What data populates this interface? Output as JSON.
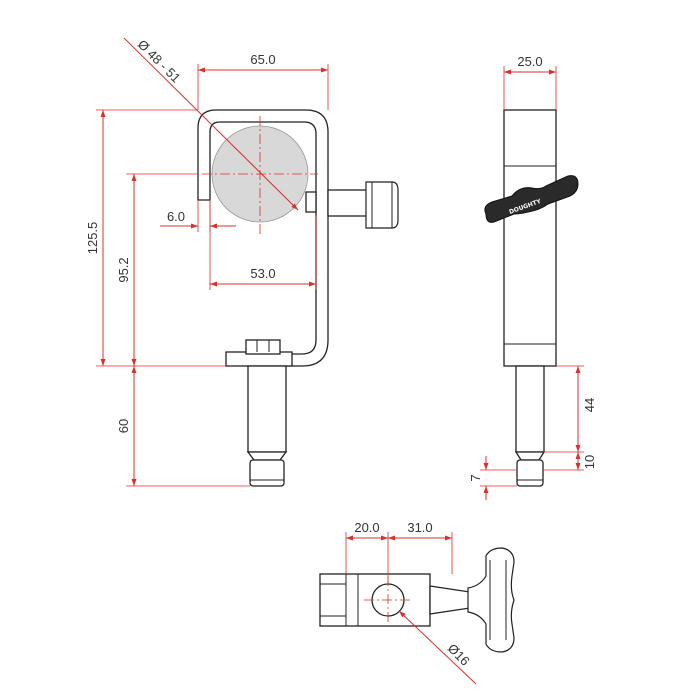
{
  "dimensions": {
    "tube_diameter": "Ø 48 - 51",
    "width_top": "65.0",
    "hook_lip": "6.0",
    "inner_width": "53.0",
    "overall_height": "125.5",
    "inner_height": "95.2",
    "spigot_length": "60",
    "side_width": "25.0",
    "side_spigot": "44",
    "side_groove": "10",
    "side_tip": "7",
    "bottom_offset_a": "20.0",
    "bottom_offset_b": "31.0",
    "bolt_diameter": "Ø16"
  },
  "labels": {
    "brand": "DOUGHTY"
  },
  "colors": {
    "dimension": "#d9302c",
    "outline": "#222222",
    "tube_fill": "#d8d8d8"
  }
}
